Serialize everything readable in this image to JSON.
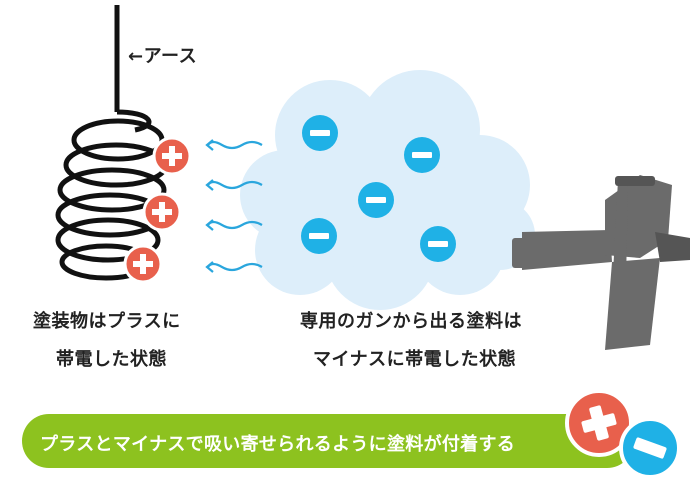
{
  "labels": {
    "earth": "←アース",
    "object_line1": "塗装物はプラスに",
    "object_line2": "帯電した状態",
    "paint_line1": "専用のガンから出る塗料は",
    "paint_line2": "マイナスに帯電した状態",
    "banner": "プラスとマイナスで吸い寄せられるように塗料が付着する"
  },
  "colors": {
    "plus": "#e8604c",
    "minus": "#1fb1e6",
    "cloud": "#ddeefa",
    "banner": "#8dc21f",
    "gun": "#6b6b6b",
    "wire": "#111111",
    "wave": "#2aa6dd"
  },
  "icons": {
    "plus_symbol": "plus-icon",
    "minus_symbol": "minus-icon",
    "spray_gun": "spray-gun-icon",
    "coil": "coil-icon"
  }
}
